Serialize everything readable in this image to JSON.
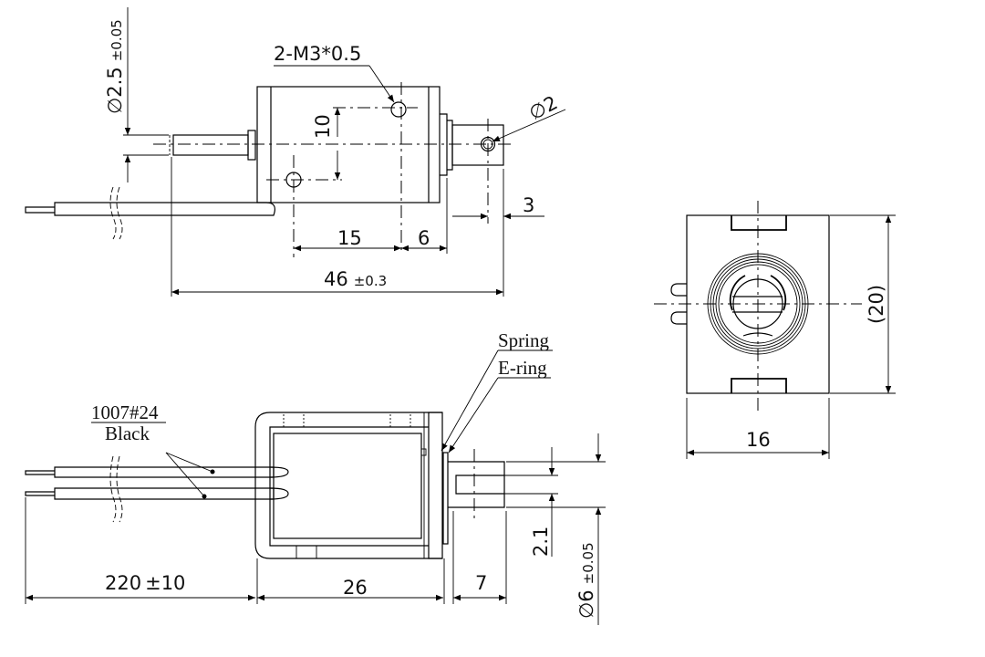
{
  "views": {
    "top": {
      "pin_diameter": "∅2.5",
      "pin_diameter_tol": "±0.05",
      "thread_note": "2-M3*0.5",
      "hole_diameter": "∅2",
      "hole_spacing": "10",
      "dim_hole_offset": "15",
      "dim_end_offset": "6",
      "dim_hole_to_end": "3",
      "overall_length": "46",
      "overall_length_tol": "±0.3"
    },
    "end": {
      "height_ref": "(20)",
      "width": "16"
    },
    "side": {
      "wire_spec": "1007#24",
      "wire_color": "Black",
      "spring_label": "Spring",
      "ering_label": "E-ring",
      "lead_length": "220",
      "lead_length_tol": "±10",
      "frame_length": "26",
      "plunger_stroke": "7",
      "slot_width": "2.1",
      "plunger_diameter": "∅6",
      "plunger_diameter_tol": "±0.05"
    }
  }
}
